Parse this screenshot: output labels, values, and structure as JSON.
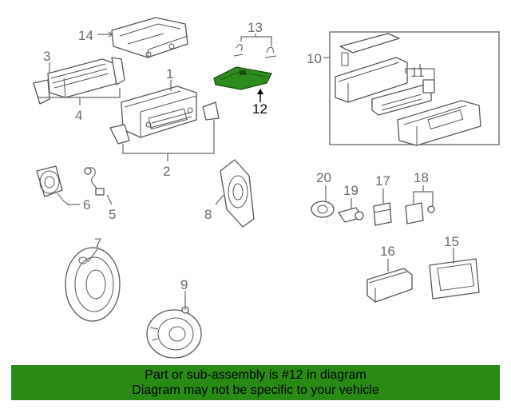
{
  "diagram": {
    "highlight_color": "#2a8a16",
    "highlighted_callout": "12",
    "callouts": [
      "1",
      "2",
      "3",
      "4",
      "5",
      "6",
      "7",
      "8",
      "9",
      "10",
      "11",
      "12",
      "13",
      "14",
      "15",
      "16",
      "17",
      "18",
      "19",
      "20"
    ]
  },
  "banner": {
    "line1": "Part or sub-assembly is #12 in diagram",
    "line2": "Diagram may not be specific to your vehicle"
  }
}
